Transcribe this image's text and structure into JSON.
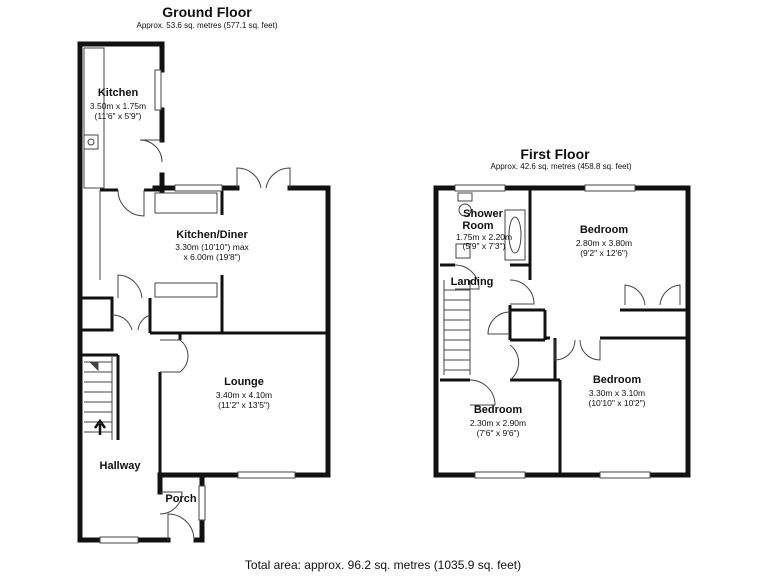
{
  "ground_floor": {
    "title": "Ground Floor",
    "area": "Approx. 53.6 sq. metres (577.1 sq. feet)",
    "rooms": {
      "kitchen": {
        "name": "Kitchen",
        "dim1": "3.50m x 1.75m",
        "dim2": "(11'6\" x 5'9\")"
      },
      "kitchen_diner": {
        "name": "Kitchen/Diner",
        "dim1": "3.30m (10'10\") max",
        "dim2": "x 6.00m (19'8\")"
      },
      "lounge": {
        "name": "Lounge",
        "dim1": "3.40m x 4.10m",
        "dim2": "(11'2\" x 13'5\")"
      },
      "hallway": {
        "name": "Hallway"
      },
      "porch": {
        "name": "Porch"
      }
    }
  },
  "first_floor": {
    "title": "First Floor",
    "area": "Approx. 42.6 sq. metres (458.8 sq. feet)",
    "rooms": {
      "shower_room": {
        "name1": "Shower",
        "name2": "Room",
        "dim1": "1.75m x 2.20m",
        "dim2": "(5'9\" x 7'3\")"
      },
      "bedroom_1": {
        "name": "Bedroom",
        "dim1": "2.80m x 3.80m",
        "dim2": "(9'2\" x 12'6\")"
      },
      "landing": {
        "name": "Landing"
      },
      "bedroom_2": {
        "name": "Bedroom",
        "dim1": "3.30m x 3.10m",
        "dim2": "(10'10\" x 10'2\")"
      },
      "bedroom_3": {
        "name": "Bedroom",
        "dim1": "2.30m x 2.90m",
        "dim2": "(7'6\" x 9'6\")"
      }
    }
  },
  "total_area": "Total area: approx. 96.2 sq. metres (1035.9 sq. feet)"
}
